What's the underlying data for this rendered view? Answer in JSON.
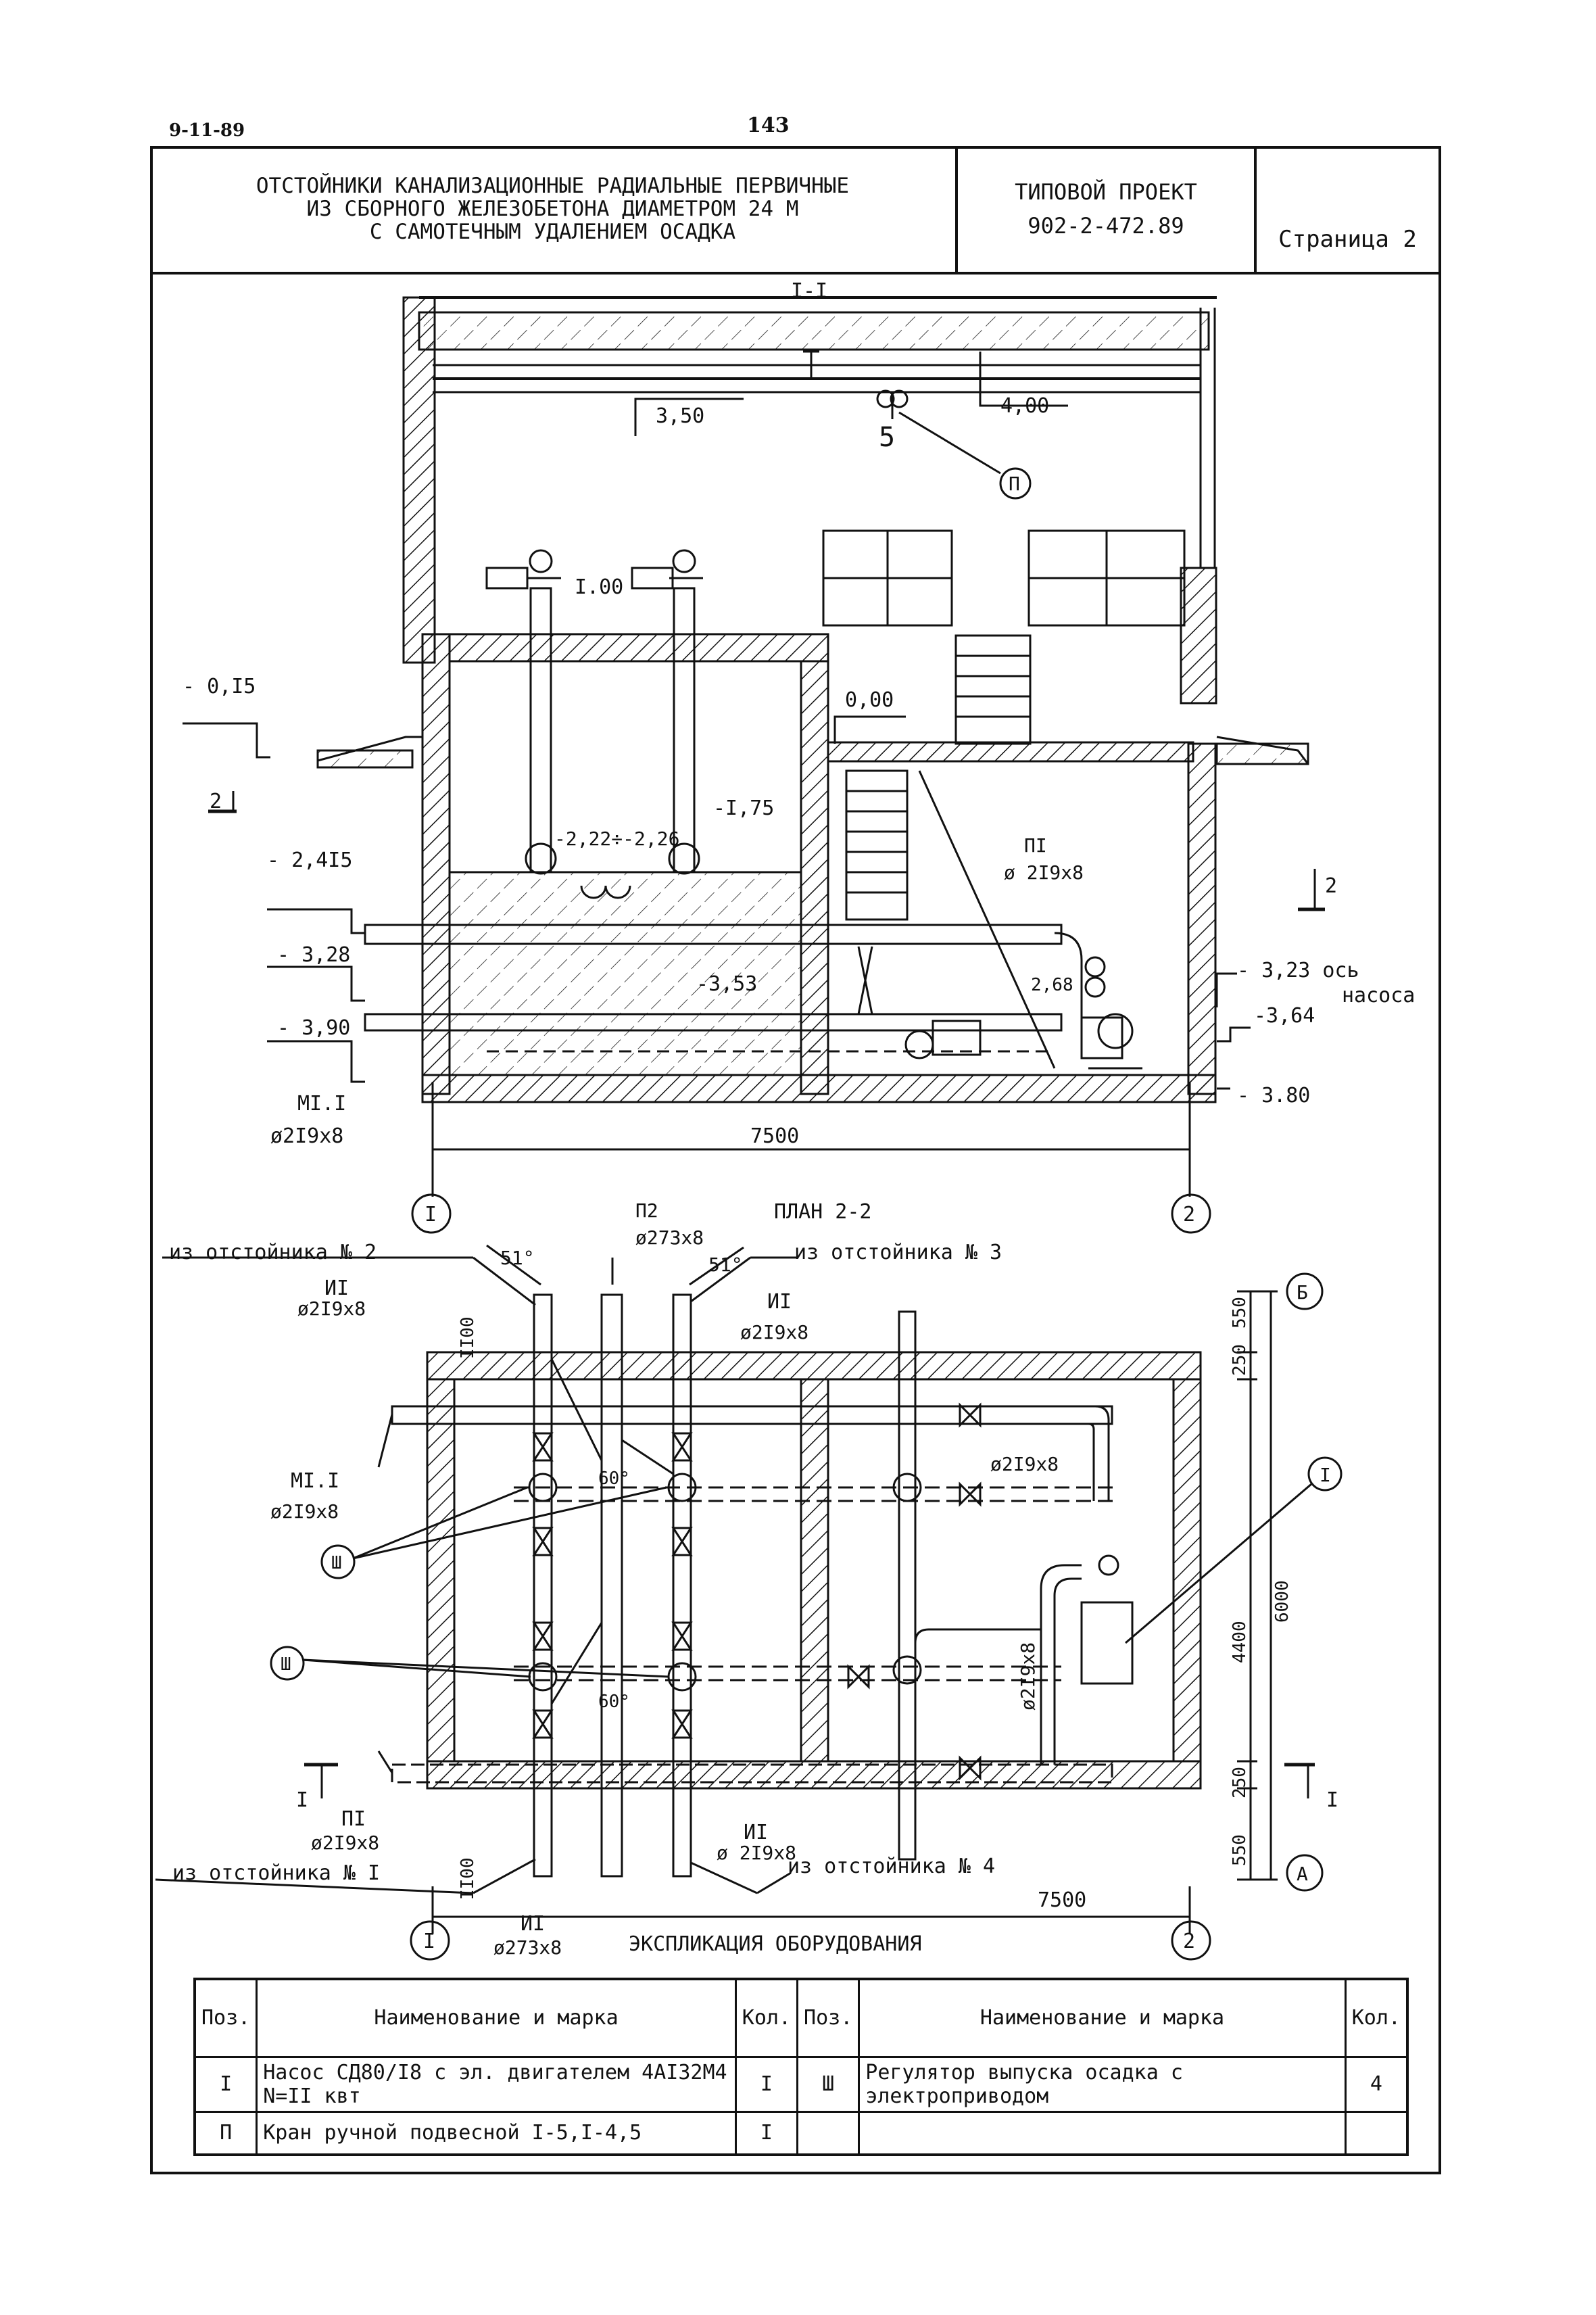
{
  "header": {
    "date": "9-11-89",
    "page_number": "143"
  },
  "title_block": {
    "title_lines": [
      "ОТСТОЙНИКИ КАНАЛИЗАЦИОННЫЕ РАДИАЛЬНЫЕ ПЕРВИЧНЫЕ",
      "ИЗ СБОРНОГО ЖЕЛЕЗОБЕТОНА ДИАМЕТРОМ 24 М",
      "С САМОТЕЧНЫМ УДАЛЕНИЕМ ОСАДКА"
    ],
    "project_type": "ТИПОВОЙ ПРОЕКТ",
    "project_code": "902-2-472.89",
    "page_label": "Страница 2"
  },
  "section": {
    "title": "I-I",
    "levels": {
      "l_3_50": "3,50",
      "l_4_00": "4,00",
      "l_1_00": "I.00",
      "l_minus_0_15": "- 0,I5",
      "l_0_00": "0,00",
      "l_minus_1_75": "-I,75",
      "l_2_22": "-2,22÷-2,26",
      "l_minus_2_415": "- 2,4I5",
      "l_minus_3_28": "- 3,28",
      "l_minus_3_53": "-3,53",
      "l_minus_3_90": "- 3,90",
      "l_minus_3_23": "- 3,23 ось",
      "l_pump": "насоса",
      "l_minus_3_64": "-3,64",
      "l_minus_3_80": "- 3.80",
      "l_2_68": "2,68"
    },
    "labels": {
      "crane_mark": "5",
      "callout_II": "П",
      "marker_2": "2",
      "p1": "ПI",
      "p1_dia": "ø 2I9x8",
      "m1": "MI.I",
      "m1_dia": "ø2I9x8",
      "dim_7500": "7500",
      "axis_1": "I",
      "axis_2": "2"
    }
  },
  "plan": {
    "title": "ПЛАН 2-2",
    "labels": {
      "from_2": "из отстойника № 2",
      "from_3": "из отстойника № 3",
      "from_1": "из отстойника № I",
      "from_4": "из отстойника № 4",
      "angle_51a": "51°",
      "angle_51b": "51°",
      "angle_60a": "60°",
      "angle_60b": "60°",
      "p2": "П2",
      "p2_dia": "ø273x8",
      "i1_a": "ИI",
      "i1_a_dia": "ø2I9x8",
      "i1_b": "ИI",
      "i1_b_dia": "ø2I9x8",
      "i1_c": "ИI",
      "i1_c_dia": "ø 2I9x8",
      "i1_d": "ИI",
      "i1_d_dia": "ø273x8",
      "m1": "MI.I",
      "m1_dia": "ø2I9x8",
      "p1": "ПI",
      "p1_dia": "ø2I9x8",
      "dia_219_a": "ø2I9x8",
      "dia_219_v": "ø2I9x8",
      "dim_1100a": "II00",
      "dim_1100b": "II00",
      "dim_550a": "550",
      "dim_250a": "250",
      "dim_4400": "4400",
      "dim_6000": "6000",
      "dim_250b": "250",
      "dim_550b": "550",
      "dim_7500": "7500",
      "axis_B": "Б",
      "axis_A": "А",
      "axis_1": "I",
      "axis_2": "2",
      "cut_I_left": "I",
      "cut_I_right": "I",
      "callout_I": "I",
      "callout_III_a": "Ш",
      "callout_III_b": "Ш"
    }
  },
  "explication": {
    "title": "ЭКСПЛИКАЦИЯ ОБОРУДОВАНИЯ",
    "headers": [
      "Поз.",
      "Наименование и марка",
      "Кол.",
      "Поз.",
      "Наименование и марка",
      "Кол."
    ],
    "rows": [
      [
        "I",
        "Насос СД80/I8 с эл. двигателем 4АI32М4   N=II квт",
        "I",
        "Ш",
        "Регулятор выпуска осадка с электроприводом",
        "4"
      ],
      [
        "П",
        "Кран ручной подвесной I-5,I-4,5",
        "I",
        "",
        "",
        ""
      ]
    ]
  }
}
